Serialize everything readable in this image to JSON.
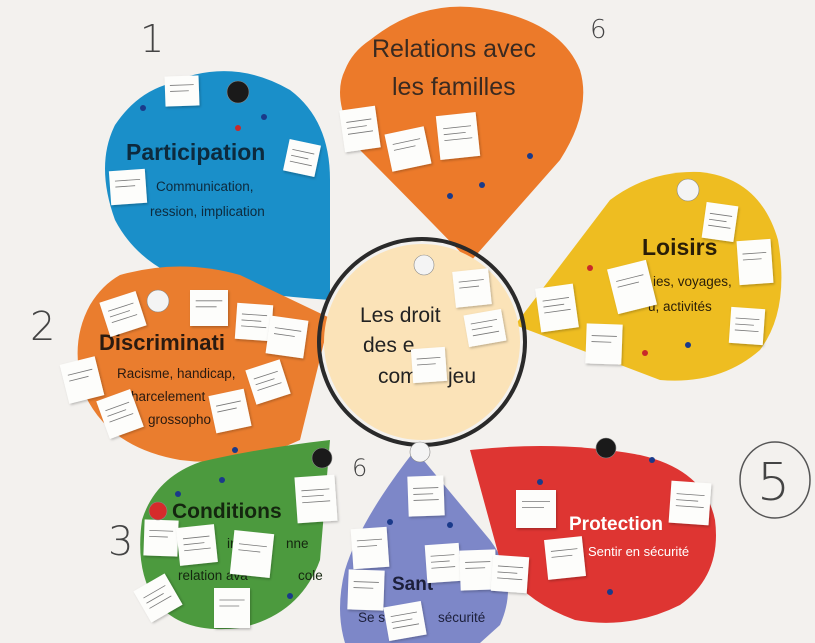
{
  "colors": {
    "wall": "#f3f1ee",
    "participation": "#1a8fc9",
    "relations": "#ec7a2a",
    "loisirs": "#eebd21",
    "discrimination": "#ea7d2e",
    "conditions": "#4c9a3e",
    "sante": "#7d87c8",
    "protection": "#de3532",
    "center": "#fbe3b8"
  },
  "center": {
    "line1": "Les droit",
    "line2": "des e",
    "line3": "com",
    "line4": "jeu"
  },
  "petals": {
    "participation": {
      "title": "Participation",
      "sub1": "Communication,",
      "sub2": "ression, implication"
    },
    "relations": {
      "title1": "Relations avec",
      "title2": "les familles"
    },
    "loisirs": {
      "title": "Loisirs",
      "sub1": "ies, voyages,",
      "sub2": "u, activités"
    },
    "discrimination": {
      "title": "Discriminati",
      "sub1": "Racisme, handicap,",
      "sub2": "harcelement",
      "sub3": "grossopho"
    },
    "conditions": {
      "title": "Conditions",
      "sub1": "ir e",
      "sub2": "nne",
      "sub3": "relation ava",
      "sub4": "cole"
    },
    "sante": {
      "title": "Sant",
      "sub1": "Se se",
      "sub2": "sécurité"
    },
    "protection": {
      "title": "Protection",
      "sub1": "Sentir en sécurité"
    }
  },
  "numbers": {
    "n1": "1",
    "n2": "2",
    "n3": "3",
    "n5": "5",
    "n6a": "6",
    "n6b": "6"
  }
}
